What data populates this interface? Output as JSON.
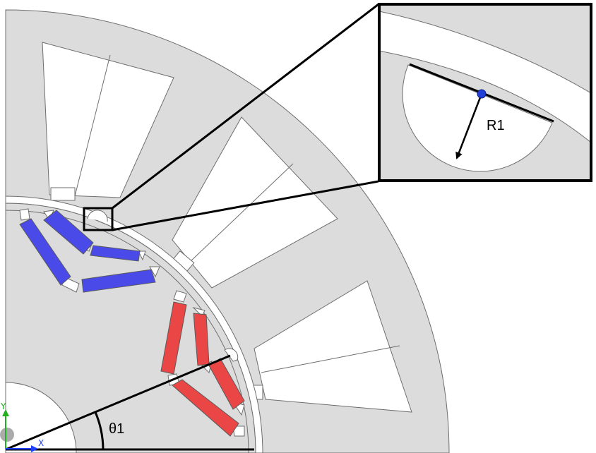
{
  "labels": {
    "radius": "R1",
    "angle": "θ1"
  },
  "triad": {
    "x_label": "X",
    "y_label": "Y"
  },
  "colors": {
    "background": "#ffffff",
    "steel": "#dcdcdc",
    "outline": "#6e6e6e",
    "magnet_north": "#4a4ae8",
    "magnet_south": "#ea4646",
    "dim_line": "#000000",
    "point": "#1f3fd6",
    "axis_x": "#2040ff",
    "axis_y": "#20b020"
  }
}
